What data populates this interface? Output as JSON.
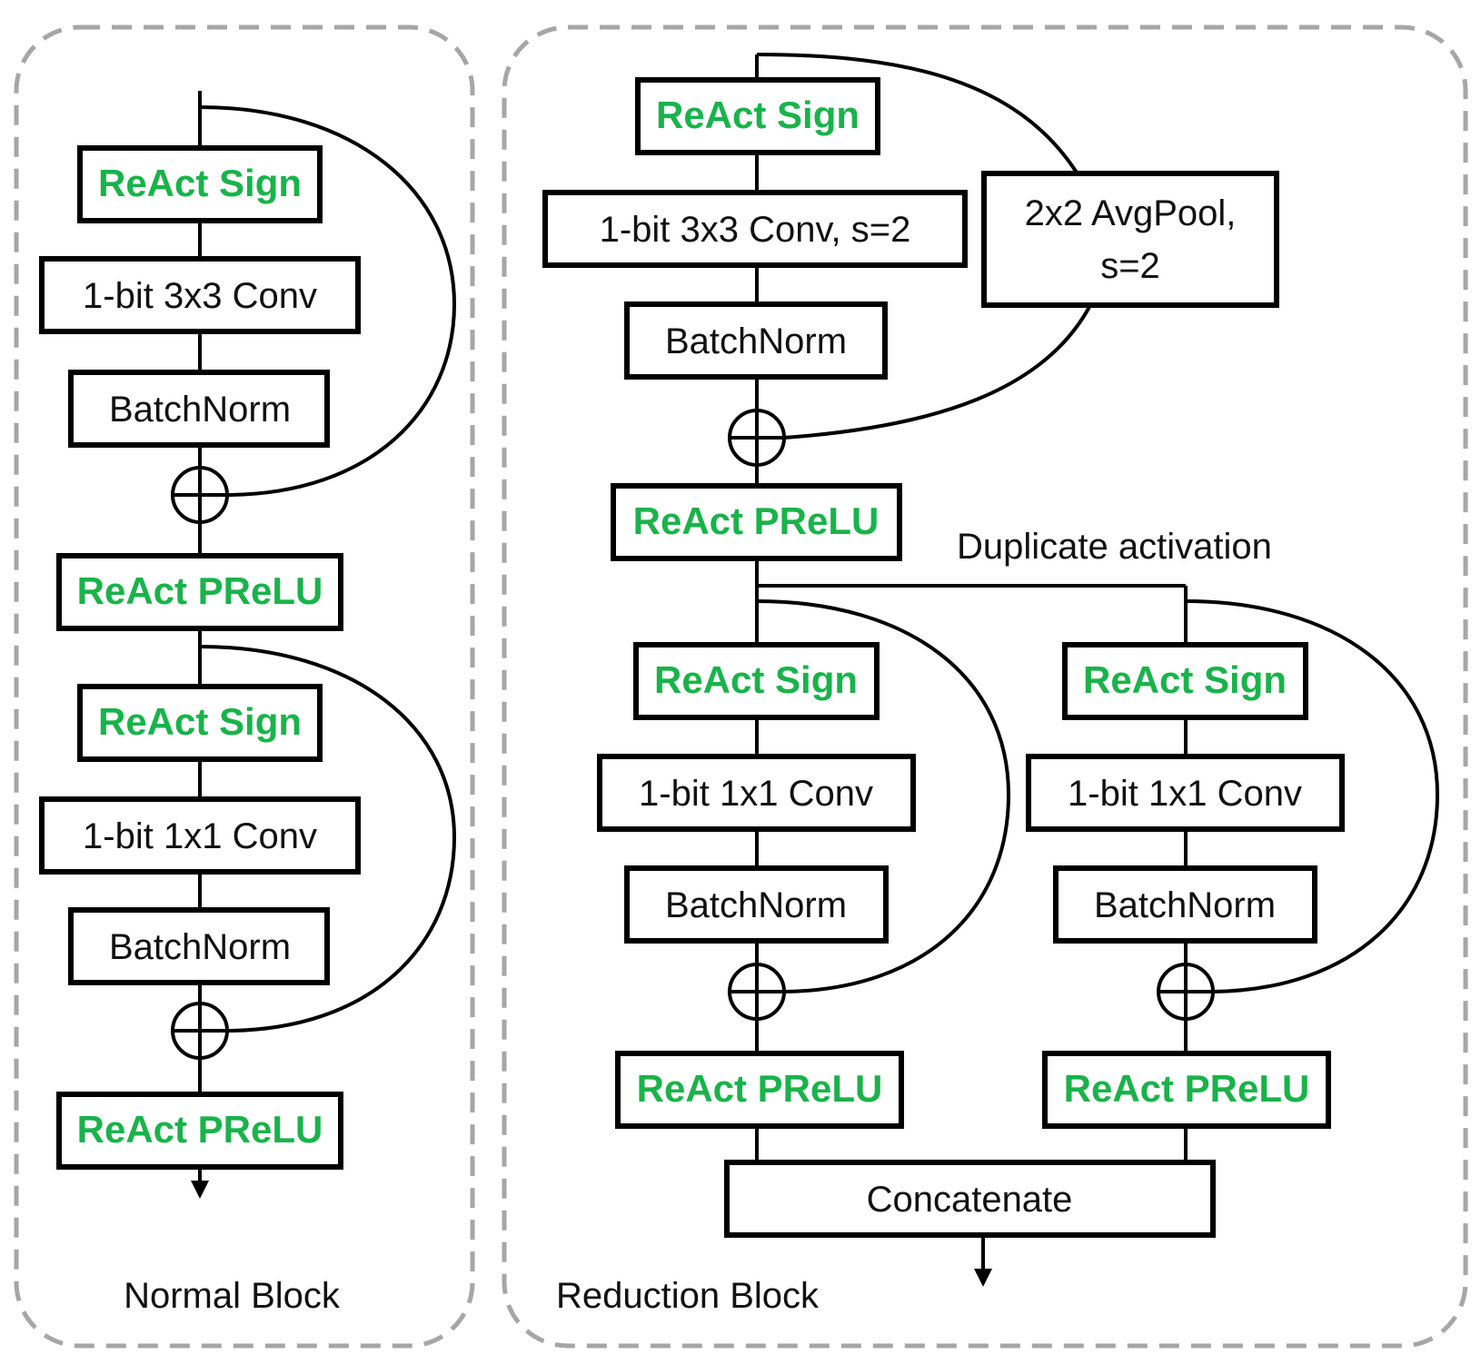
{
  "colors": {
    "accent_green": "#19b34a",
    "text": "#111111",
    "box_border": "#000000",
    "panel_border": "#a6a6a6"
  },
  "normal_block": {
    "caption": "Normal Block",
    "layers": [
      "ReAct Sign",
      "1-bit 3x3 Conv",
      "BatchNorm",
      "ReAct PReLU",
      "ReAct Sign",
      "1-bit 1x1 Conv",
      "BatchNorm",
      "ReAct PReLU"
    ]
  },
  "reduction_block": {
    "caption": "Reduction Block",
    "layers": [
      "ReAct Sign",
      "1-bit 3x3 Conv, s=2",
      "BatchNorm",
      "ReAct PReLU"
    ],
    "avgpool": [
      "2x2 AvgPool,",
      "s=2"
    ],
    "duplicate_label": "Duplicate activation",
    "left_branch": [
      "ReAct Sign",
      "1-bit 1x1 Conv",
      "BatchNorm",
      "ReAct PReLU"
    ],
    "right_branch": [
      "ReAct Sign",
      "1-bit 1x1 Conv",
      "BatchNorm",
      "ReAct PReLU"
    ],
    "concat": "Concatenate"
  }
}
